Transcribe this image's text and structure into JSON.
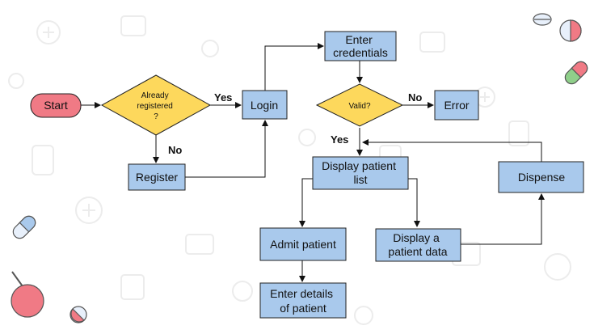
{
  "flowchart": {
    "nodes": {
      "start": "Start",
      "already_registered": [
        "Already",
        "registered",
        "?"
      ],
      "login": "Login",
      "register": "Register",
      "enter_credentials": [
        "Enter",
        "credentials"
      ],
      "valid": "Valid?",
      "error": "Error",
      "display_patient_list": [
        "Display patient",
        "list"
      ],
      "dispense": "Dispense",
      "admit_patient": "Admit patient",
      "display_patient_data": [
        "Display a",
        "patient data"
      ],
      "enter_details": [
        "Enter details",
        "of patient"
      ]
    },
    "edge_labels": {
      "yes_login": "Yes",
      "no_register": "No",
      "no_error": "No",
      "yes_display": "Yes"
    }
  },
  "colors": {
    "process_fill": "#a9c9ec",
    "decision_fill": "#fdd85c",
    "terminal_fill": "#f07a85",
    "stroke": "#222222"
  },
  "decorations": [
    "pill-icon",
    "capsule-icon",
    "syringe-icon",
    "medical-pattern"
  ]
}
